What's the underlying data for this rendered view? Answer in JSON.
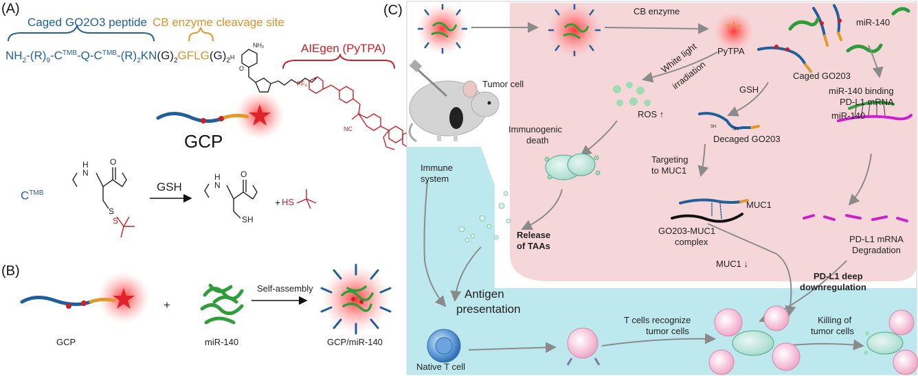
{
  "panelA": {
    "letter": "(A)",
    "caged_label": "Caged GO2O3 peptide",
    "cb_site_label": "CB enzyme cleavage site",
    "aiegen_label": "AIEgen (PyTPA)",
    "sequence": {
      "s1": "NH",
      "s2": "-(R)",
      "s3": "9",
      "s4": "-C",
      "s5": "TMB",
      "s6": "-Q-C",
      "s7": "TMB",
      "s8": "-(R)",
      "s9": "2",
      "s10": "KN",
      "s11": "(G)",
      "s12": "2",
      "s13": "GFLG",
      "s14": "(G)",
      "s15": "2",
      "s16": "H"
    },
    "chem_nh2": "NH₂",
    "chem_o": "O",
    "chem_pf6": "PF₆",
    "chem_nc": "NC",
    "gcp_label": "GCP",
    "ctmb_label": "C",
    "ctmb_sup": "TMB",
    "gsh_label": "GSH",
    "hs_label": "HS",
    "sh_label": "SH",
    "nh_label": "N",
    "h_label": "H",
    "s_label": "S",
    "plus": "+"
  },
  "panelB": {
    "letter": "(B)",
    "gcp_label": "GCP",
    "mir_label": "miR-140",
    "arrow_label": "Self-assembly",
    "product_label": "GCP/miR-140",
    "plus": "+"
  },
  "panelC": {
    "letter": "(C)",
    "cb_enzyme": "CB enzyme",
    "pytpa": "PyTPA",
    "mir140_top": "miR-140",
    "white_light": "White light",
    "irradiation": "irradiation",
    "tumor_cell": "Tumor cell",
    "ros": "ROS",
    "ros_arrow": "↑",
    "gsh": "GSH",
    "caged_go203": "Caged GO203",
    "mir_binding1": "miR-140 binding",
    "mir_binding2": "PD-L1 mRNA",
    "mir140_mid": "miR-140",
    "immunogenic1": "Immunogenic",
    "immunogenic2": "death",
    "decaged": "Decaged GO203",
    "sh": "SH",
    "targeting1": "Targeting",
    "targeting2": "to MUC1",
    "immune1": "Immune",
    "immune2": "system",
    "muc1": "MUC1",
    "release1": "Release",
    "release2": "of TAAs",
    "complex1": "GO203-MUC1",
    "complex2": "complex",
    "muc1_down": "MUC1",
    "muc1_down_arrow": "↓",
    "pdl1_mrna": "PD-L1 mRNA",
    "degradation": "Degradation",
    "pdl1_deep1": "PD-L1 deep",
    "pdl1_deep2": "downregulation",
    "antigen1": "Antigen",
    "antigen2": "presentation",
    "tcells1": "T cells recognize",
    "tcells2": "tumor cells",
    "killing1": "Killing of",
    "killing2": "tumor cells",
    "native_t": "Native T cell"
  },
  "colors": {
    "peptide_blue": "#1f5f9c",
    "cleavage_orange": "#e19a2a",
    "aie_red": "#d8242a",
    "mir_green": "#2e9e3a",
    "pink_region": "#f6d7d9",
    "cyan_region": "#bde9ee",
    "arrow_gray": "#8a8a8a"
  }
}
